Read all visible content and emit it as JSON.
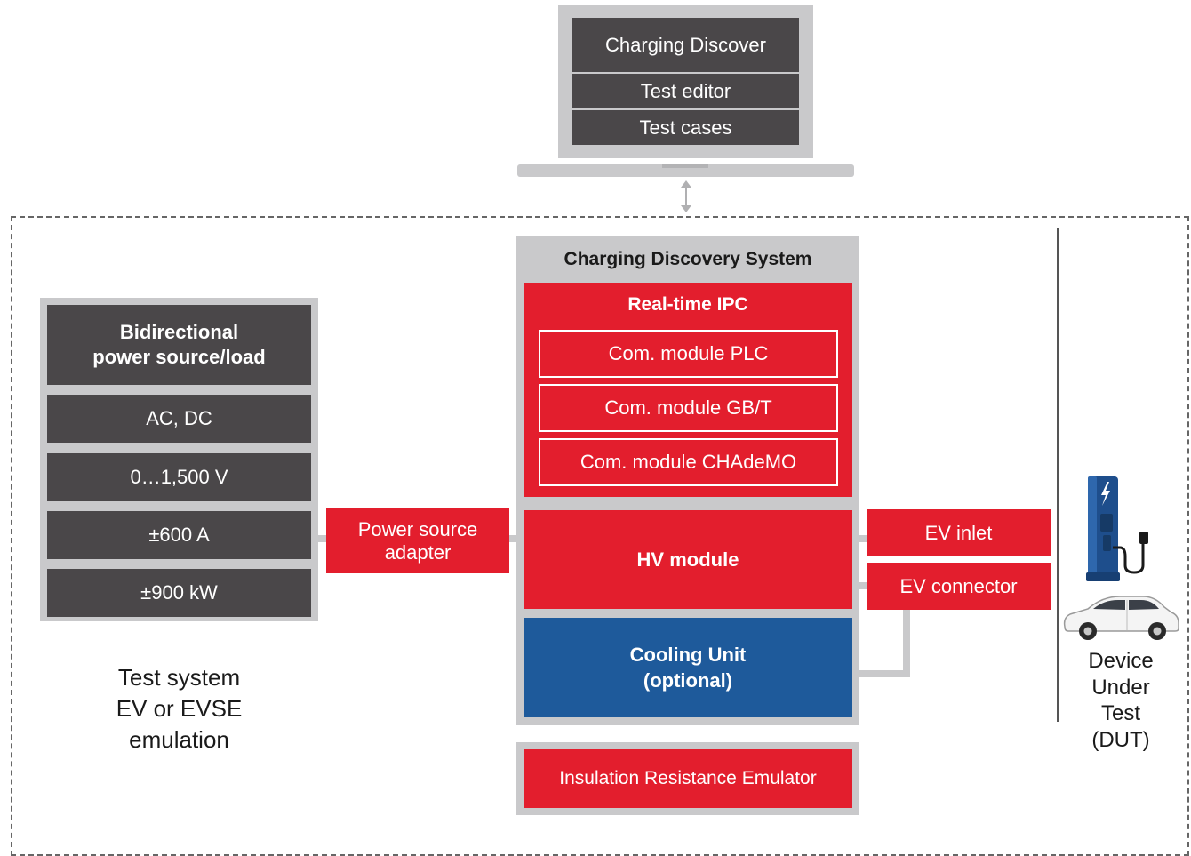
{
  "laptop": {
    "title": "Charging Discover",
    "item1": "Test editor",
    "item2": "Test cases"
  },
  "system": {
    "title": "Charging Discovery System",
    "ipc": {
      "title": "Real-time IPC",
      "modules": [
        "Com. module PLC",
        "Com. module GB/T",
        "Com. module CHAdeMO"
      ]
    },
    "hv_module": "HV module",
    "cooling_line1": "Cooling Unit",
    "cooling_line2": "(optional)",
    "insulation": "Insulation Resistance Emulator"
  },
  "power": {
    "title_line1": "Bidirectional",
    "title_line2": "power source/load",
    "rows": [
      "AC, DC",
      "0…1,500 V",
      "±600 A",
      "±900 kW"
    ]
  },
  "adapter": {
    "line1": "Power source",
    "line2": "adapter"
  },
  "ev_inlet": "EV inlet",
  "ev_connector": "EV connector",
  "test_system": {
    "line1": "Test system",
    "line2": "EV or EVSE",
    "line3": "emulation"
  },
  "dut": {
    "line1": "Device",
    "line2": "Under",
    "line3": "Test",
    "line4": "(DUT)"
  },
  "colors": {
    "red": "#e31e2d",
    "blue": "#1e5a9b",
    "dark_grey": "#4a4749",
    "light_grey": "#c9c9cb"
  },
  "icons": [
    "bidirectional-arrow-icon",
    "charging-station-icon",
    "car-icon"
  ]
}
